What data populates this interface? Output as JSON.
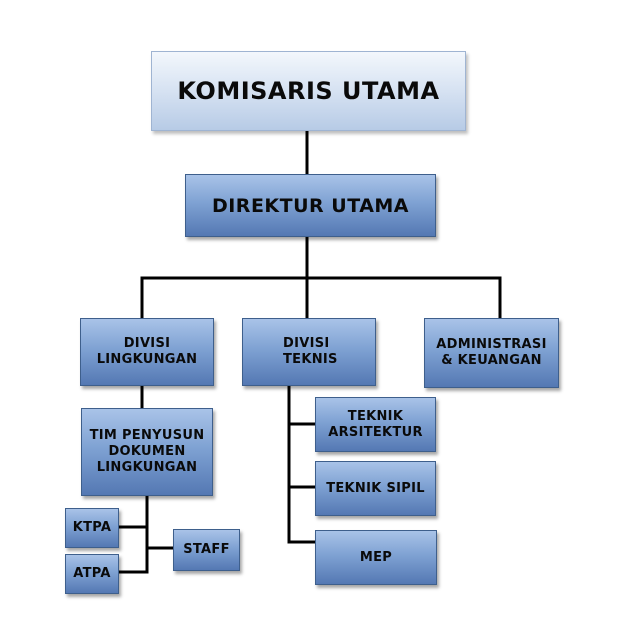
{
  "org_chart": {
    "komisaris_utama": "KOMISARIS UTAMA",
    "direktur_utama": "DIREKTUR UTAMA",
    "divisi_lingkungan": "DIVISI\nLINGKUNGAN",
    "divisi_teknis": "DIVISI\nTEKNIS",
    "administrasi_keuangan": "ADMINISTRASI\n& KEUANGAN",
    "tim_penyusun": "TIM PENYUSUN\nDOKUMEN\nLINGKUNGAN",
    "ktpa": "KTPA",
    "atpa": "ATPA",
    "staff": "STAFF",
    "teknik_arsitektur": "TEKNIK\nARSITEKTUR",
    "teknik_sipil": "TEKNIK SIPIL",
    "mep": "MEP"
  }
}
